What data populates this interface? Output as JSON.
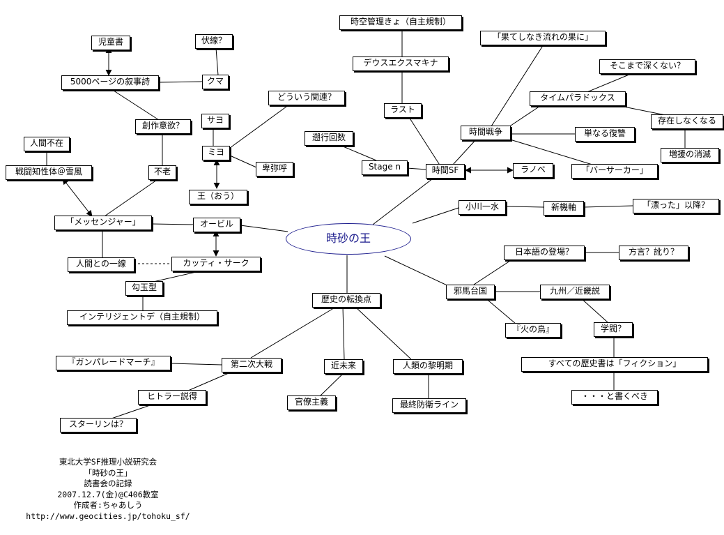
{
  "center": "時砂の王",
  "nodes": {
    "jidou": "児童書",
    "fukusen": "伏線？",
    "jojishi": "5000ページの叙事詩",
    "kuma": "クマ",
    "souyoku": "創作意欲？",
    "douiu": "どういう関連？",
    "sayo": "サヨ",
    "ningenfuzai": "人間不在",
    "miyo": "ミヨ",
    "himiko": "卑弥呼",
    "sentou": "戦闘知性体＠雪風",
    "furou": "不老",
    "ou": "王（おう）",
    "messenger": "「メッセンジャー」",
    "orvil": "オービル",
    "isen": "人間との一線",
    "cutty": "カッティ・サーク",
    "magatama": "勾玉型",
    "intelligent": "インテリジェントデ（自主規制）",
    "jikuu": "時空管理きょ（自主規制）",
    "deus": "デウスエクスマキナ",
    "last": "ラスト",
    "hateshi": "「果てしなき流れの果に」",
    "sokomade": "そこまで深くない？",
    "paradox": "タイムパラドックス",
    "sonzai": "存在しなくなる",
    "sokou": "遡行回数",
    "jikansensou": "時間戦争",
    "fukushuu": "単なる復讐",
    "zouen": "増援の消滅",
    "stage": "Stage n",
    "jikansf": "時間SF",
    "ranobe": "ラノベ",
    "berserker": "「バーサーカー」",
    "ogawa": "小川一水",
    "shinkijiku": "新機軸",
    "tadayotta": "「漂った」以降？",
    "nihongo": "日本語の登場？",
    "hougen": "方言？訛り？",
    "yamatai": "邪馬台国",
    "kyushu": "九州／近畿説",
    "hinotori": "『火の鳥』",
    "gakubatsu": "学閥？",
    "subete": "すべての歴史書は「フィクション」",
    "kakubeki": "・・・と書くべき",
    "tenkanten": "歴史の転換点",
    "gunparade": "『ガンパレードマーチ』",
    "ww2": "第二次大戦",
    "kinmirai": "近未来",
    "reimei": "人類の黎明期",
    "hitler": "ヒトラー説得",
    "kanryou": "官僚主義",
    "saishuu": "最終防衛ライン",
    "stalin": "スターリンは？"
  },
  "footer": {
    "line1": "東北大学SF推理小説研究会",
    "line2": "「時砂の王」",
    "line3": "読書会の記録",
    "line4": "2007.12.7(金)@C406教室",
    "line5": "作成者:ちゃあしう",
    "line6": "http://www.geocities.jp/tohoku_sf/"
  },
  "colors": {
    "center_text": "#1a1a8c",
    "center_border": "#1a1a8c",
    "line": "#000000"
  }
}
